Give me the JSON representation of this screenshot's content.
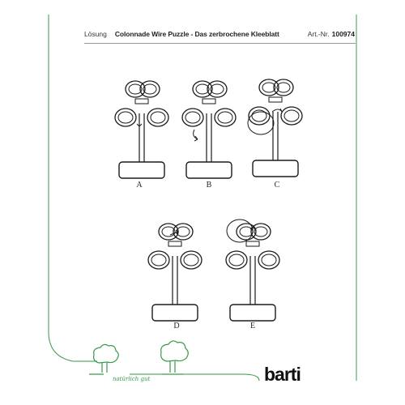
{
  "header": {
    "label": "Lösung",
    "title": "Colonnade Wire Puzzle - Das zerbrochene Kleeblatt",
    "art_label": "Art.-Nr.",
    "art_number": "100974"
  },
  "figures": [
    {
      "label": "A"
    },
    {
      "label": "B"
    },
    {
      "label": "C"
    },
    {
      "label": "D"
    },
    {
      "label": "E"
    }
  ],
  "footer": {
    "slogan": "natürlich gut",
    "brand": "barti"
  },
  "colors": {
    "border_green": "#3a9a4a",
    "ink": "#1a1a1a"
  }
}
